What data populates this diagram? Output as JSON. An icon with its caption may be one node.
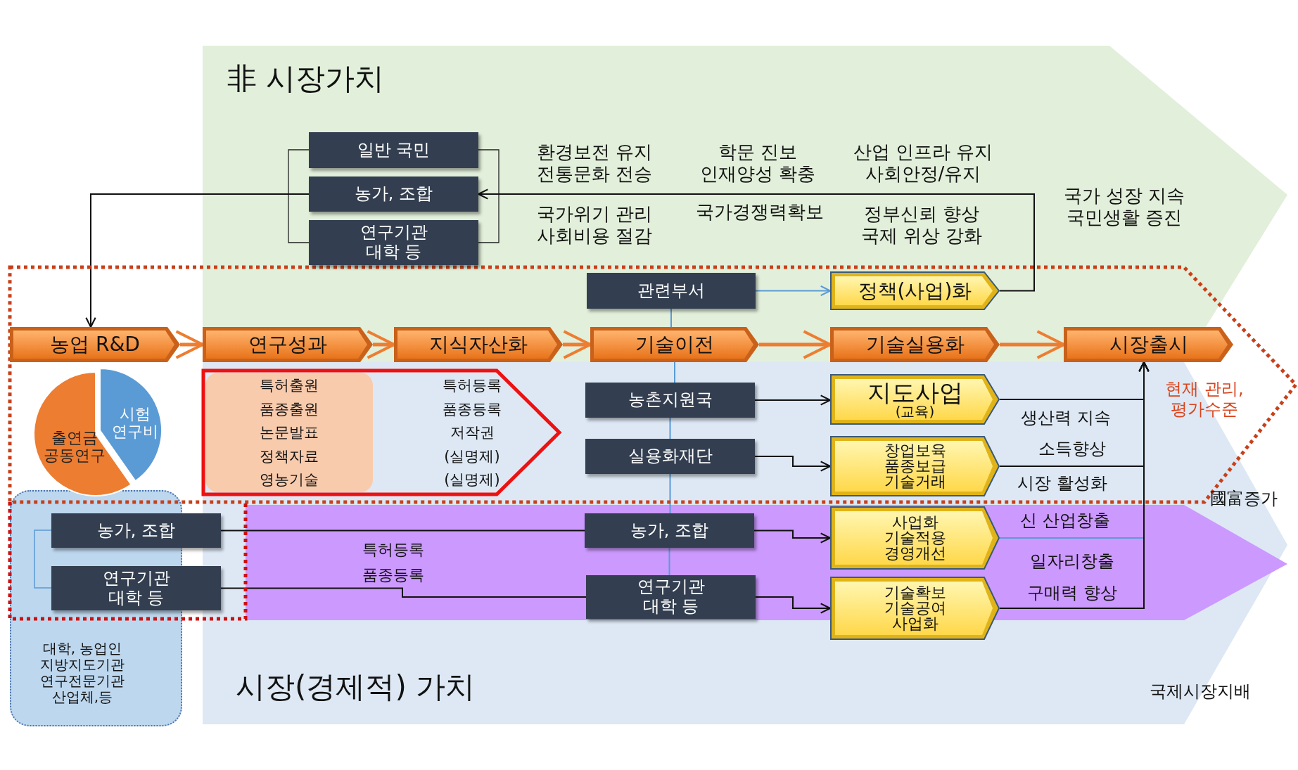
{
  "diagram": {
    "nodes": [
      {
        "text": [
          "일반 국민"
        ]
      },
      {
        "text": [
          "농가, 조합"
        ]
      },
      {
        "text": [
          "연구기관 대학 등"
        ]
      },
      {
        "text": [
          "관련부서"
        ]
      },
      {
        "text": [
          "정책(사업)화"
        ]
      },
      {
        "text": [
          "농업 R&D"
        ]
      },
      {
        "text": [
          "연구성과"
        ]
      },
      {
        "text": [
          "지식자산화"
        ]
      },
      {
        "text": [
          "기술이전"
        ]
      },
      {
        "text": [
          "기술실용화"
        ]
      },
      {
        "text": [
          "시장출시"
        ]
      },
      {
        "text": [
          "출연금 공동연구",
          "시험 연구비"
        ]
      },
      {
        "text": [
          "특허등록",
          "품종등록",
          "저작권",
          "(실명제)",
          "(실명제)"
        ]
      },
      {
        "text": [
          "특허출원",
          "품종출원",
          "논문발표",
          "정책자료",
          "영농기술"
        ],
        "in": 12
      },
      {
        "text": [
          "농촌지원국"
        ]
      },
      {
        "text": [
          "지도사업",
          "(교육)"
        ]
      },
      {
        "text": [
          "실용화재단"
        ]
      },
      {
        "text": [
          "창업보육 품종보급 기술거래"
        ]
      },
      {
        "text": [
          "농가, 조합"
        ]
      },
      {
        "text": [
          "연구기관 대학 등"
        ]
      },
      {
        "text": [
          "농가, 조합"
        ]
      },
      {
        "text": [
          "사업화 기술적용 경영개선"
        ]
      },
      {
        "text": [
          "연구기관 대학 등"
        ]
      },
      {
        "text": [
          "기술확보 기술공여 사업화"
        ]
      },
      {
        "text": [
          "대학, 농업인 지방지도기관 연구전문기관 산업체,등"
        ]
      }
    ],
    "edges": [
      {
        "from": 4,
        "to": 1,
        "arrow": "to"
      },
      {
        "from": 1,
        "to": 5,
        "arrow": "to"
      },
      {
        "from": 3,
        "to": 4,
        "arrow": "to",
        "color": "#5b9bd5"
      },
      {
        "from": 5,
        "to": 6,
        "arrow": "to",
        "style": "thick",
        "color": "#ed7d31"
      },
      {
        "from": 6,
        "to": 7,
        "arrow": "to",
        "style": "thick",
        "color": "#ed7d31"
      },
      {
        "from": 7,
        "to": 8,
        "arrow": "to",
        "style": "thick",
        "color": "#ed7d31"
      },
      {
        "from": 8,
        "to": 9,
        "arrow": "to",
        "style": "thick",
        "color": "#ed7d31"
      },
      {
        "from": 9,
        "to": 10,
        "arrow": "to",
        "style": "thick",
        "color": "#ed7d31"
      },
      {
        "from": 3,
        "to": 8,
        "arrow": "none",
        "color": "#5b9bd5"
      },
      {
        "from": 8,
        "to": 14,
        "arrow": "none",
        "color": "#5b9bd5"
      },
      {
        "from": 14,
        "to": 16,
        "arrow": "none",
        "color": "#5b9bd5"
      },
      {
        "from": 16,
        "to": 20,
        "arrow": "none",
        "color": "#5b9bd5"
      },
      {
        "from": 20,
        "to": 22,
        "arrow": "none",
        "color": "#5b9bd5"
      },
      {
        "from": 14,
        "to": 15,
        "arrow": "to"
      },
      {
        "from": 16,
        "to": 17,
        "arrow": "to"
      },
      {
        "from": 18,
        "to": 20,
        "arrow": "none"
      },
      {
        "from": 19,
        "to": 22,
        "arrow": "none"
      },
      {
        "from": 20,
        "to": 21,
        "arrow": "to"
      },
      {
        "from": 22,
        "to": 23,
        "arrow": "to"
      },
      {
        "from": 15,
        "to": 10,
        "arrow": "to"
      },
      {
        "from": 17,
        "to": 10,
        "arrow": "to"
      },
      {
        "from": 21,
        "to": 10,
        "arrow": "to",
        "color": "#5b9bd5"
      },
      {
        "from": 23,
        "to": 10,
        "arrow": "to"
      }
    ],
    "labels": [
      "非 시장가치",
      "환경보전 유지 전통문화 전승",
      "학문 진보 인재양성 확충",
      "산업 인프라 유지 사회안정/유지",
      "국가 성장 지속 국민생활 증진",
      "국가위기 관리 사회비용 절감",
      "국가경쟁력확보",
      "정부신뢰 향상 국제 위상 강화",
      "현재 관리, 평가수준",
      "생산력 지속",
      "소득향상",
      "시장 활성화",
      "國富증가",
      "신 산업창출",
      "특허등록",
      "품종등록",
      "일자리창출",
      "구매력 향상",
      "시장(경제적) 가치",
      "국제시장지배"
    ]
  }
}
